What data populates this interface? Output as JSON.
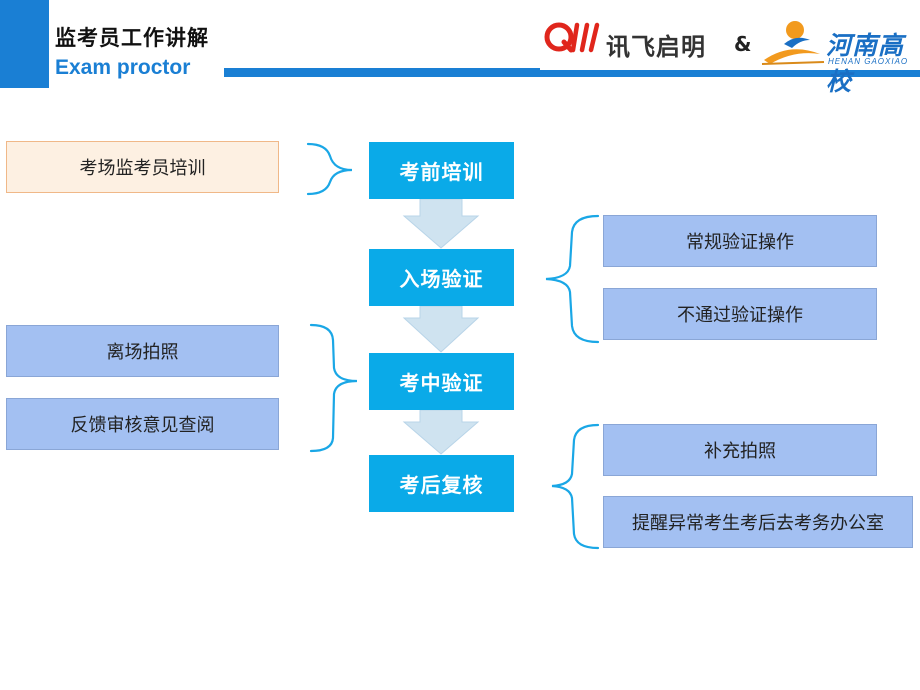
{
  "header": {
    "title_cn": "监考员工作讲解",
    "title_en": "Exam proctor",
    "logo_brand": "讯飞启明",
    "ampersand": "&",
    "partner_cn": "河南高校",
    "partner_en": "HENAN GAOXIAO",
    "accent_color": "#1a7fd4"
  },
  "steps": [
    {
      "label": "考前培训"
    },
    {
      "label": "入场验证"
    },
    {
      "label": "考中验证"
    },
    {
      "label": "考后复核"
    }
  ],
  "left_items": {
    "training": "考场监考员培训",
    "leave_photo": "离场拍照",
    "feedback_review": "反馈审核意见查阅"
  },
  "right_items": {
    "normal_verify": "常规验证操作",
    "failed_verify": "不通过验证操作",
    "supplement_photo": "补充拍照",
    "remind_abnormal": "提醒异常考生考后去考务办公室"
  },
  "colors": {
    "step_fill": "#0aaae8",
    "side_fill": "#a3c0f2",
    "peach_fill": "#fdf0e2",
    "arrow_fill": "#cfe3f0",
    "brace_color": "#1aa7e6"
  }
}
